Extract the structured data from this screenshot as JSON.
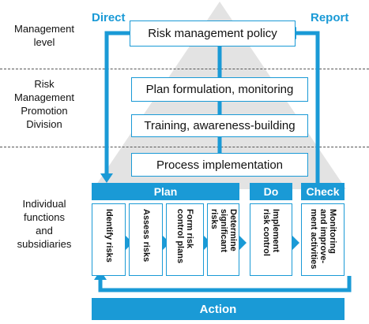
{
  "levels": {
    "management": "Management\nlevel",
    "promotion": "Risk\nManagement\nPromotion\nDivision",
    "individual": "Individual\nfunctions\nand\nsubsidiaries"
  },
  "labels": {
    "direct": "Direct",
    "report": "Report"
  },
  "boxes": {
    "policy": "Risk management policy",
    "plan_formulation": "Plan formulation, monitoring",
    "training": "Training, awareness-building",
    "process": "Process implementation"
  },
  "cycle": {
    "plan": "Plan",
    "do": "Do",
    "check": "Check",
    "action": "Action",
    "steps": [
      "Identify risks",
      "Assess risks",
      "Form risk\ncontrol plans",
      "Determine\nsignificant risks",
      "Implement\nrisk control",
      "Monitoring\nand improve-\nment activities"
    ]
  },
  "colors": {
    "accent": "#1a9ad6",
    "pyramid": "#e2e2e2"
  }
}
